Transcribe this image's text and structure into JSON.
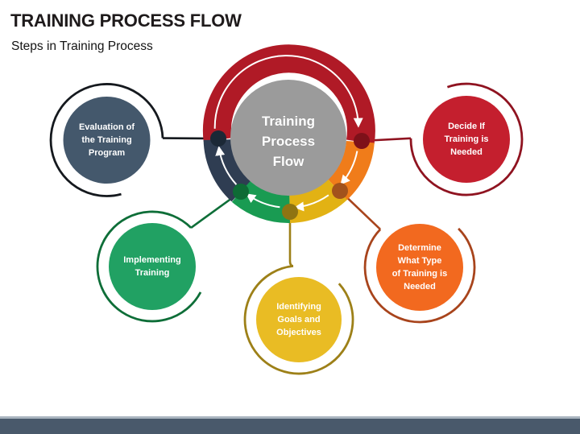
{
  "slide": {
    "title": "TRAINING PROCESS FLOW",
    "subtitle": "Steps in Training Process"
  },
  "hub": {
    "lines": [
      "Training",
      "Process",
      "Flow"
    ],
    "center_color": "#9b9b9b",
    "segments": {
      "red": "#b01a26",
      "orange": "#f07c1a",
      "yellow": "#e2b214",
      "green": "#199b52",
      "navy": "#2f3d52"
    },
    "dots": {
      "red": "#7e1119",
      "orange": "#a2521c",
      "yellow": "#8f7412",
      "green": "#0e6b35",
      "navy": "#1b2836"
    },
    "flow_direction": "clockwise",
    "arrow_color": "#ffffff"
  },
  "steps": {
    "evaluation": {
      "lines": [
        "Evaluation of",
        "the Training",
        "Program"
      ],
      "fill": "#44586c",
      "ring": "#15191e"
    },
    "decide": {
      "lines": [
        "Decide If",
        "Training is",
        "Needed"
      ],
      "fill": "#c41f2e",
      "ring": "#8f1320"
    },
    "implementing": {
      "lines": [
        "Implementing",
        "Training"
      ],
      "fill": "#21a163",
      "ring": "#0e6e38"
    },
    "identifying": {
      "lines": [
        "Identifying",
        "Goals and",
        "Objectives"
      ],
      "fill": "#e9bc24",
      "ring": "#9d8018"
    },
    "determine": {
      "lines": [
        "Determine",
        "What Type",
        "of Training is",
        "Needed"
      ],
      "fill": "#f2691f",
      "ring": "#a8441c"
    }
  },
  "footer": {
    "bar_color": "#49596b",
    "bar_top_color": "#a9b4bf"
  }
}
